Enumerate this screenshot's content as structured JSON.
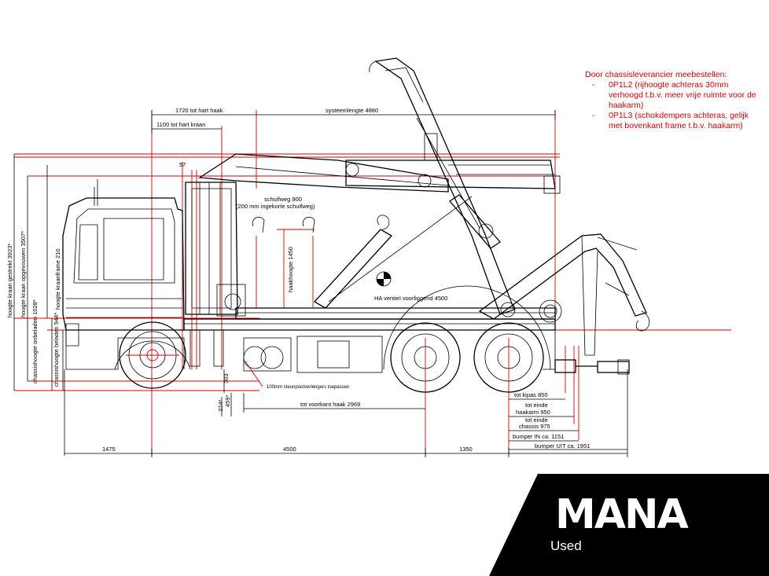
{
  "drawing": {
    "dimensions_top": {
      "crane_hook": "1720 tot hart haak",
      "crane_center": "1100 tot hart kraan",
      "system_length": "systeemlengte 4880",
      "small_57": "57"
    },
    "dimensions_bottom": {
      "front": "1475",
      "wheelbase": "4500",
      "tandem": "1350",
      "to_front_hook": "tot voorkant haak 2969",
      "support_leg": "100mm steunpootverlengers toepassen"
    },
    "dimensions_right": {
      "kipas": "tot kipas 850",
      "haakarm_l1": "tot einde",
      "haakarm_l2": "haakarm 950",
      "chassis_l1": "tot einde",
      "chassis_l2": "chassis 975",
      "bumper_in": "bumper IN ca. 1151",
      "bumper_uit": "bumper UIT ca. 1951"
    },
    "dimensions_left": {
      "crane_extended": "hoogte kraan gestrekt 3923*",
      "crane_folded": "hoogte kraan opgevouwen 3507*",
      "crane_frame": "hoogte kraanframe 210",
      "chassis_unloaded": "chassishoogte onbeladen 1028*",
      "chassis_loaded": "chassishoogte beladen 944*"
    },
    "dimensions_small": {
      "v303": "303",
      "v374": "374*",
      "v459": "459*"
    },
    "labels": {
      "slide_way_1": "schuifweg 900",
      "slide_way_2": "(200 mm ingekorte schuifweg)",
      "hook_height": "haakhoogte 1450",
      "valve": "HA ventiel voorliggend 4500"
    }
  },
  "note": {
    "heading": "Door chassisleverancier meebestellen:",
    "items": [
      "0P1L2 (rijhoogte achteras 30mm verhoogd t.b.v. meer vrije ruimte voor de haakarm)",
      "0P1L3 (schokdempers achteras, gelijk met bovenkant frame t.b.v. haakarm)"
    ]
  },
  "brand": {
    "logo": "MANA",
    "sub": "Used",
    "bg_color": "#000000",
    "text_color": "#ffffff"
  },
  "colors": {
    "ink": "#000000",
    "dimension_red": "#d40000"
  }
}
